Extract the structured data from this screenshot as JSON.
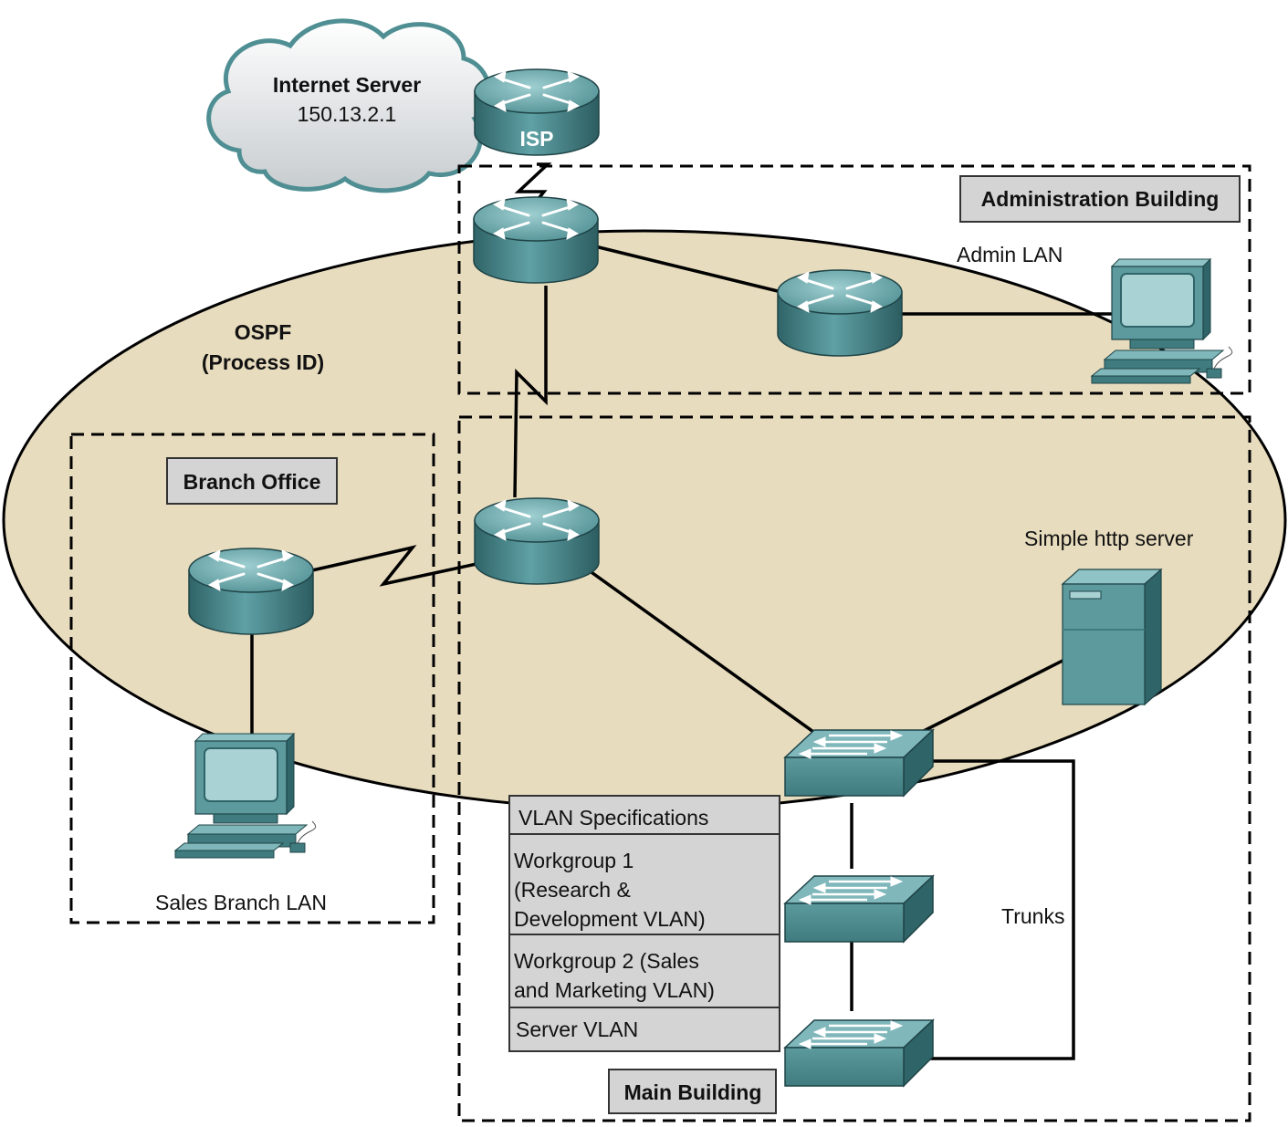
{
  "cloud": {
    "title": "Internet Server",
    "address": "150.13.2.1"
  },
  "isp_label": "ISP",
  "ospf": {
    "line1": "OSPF",
    "line2": "(Process ID)"
  },
  "zones": {
    "admin": "Administration Building",
    "branch": "Branch Office",
    "main": "Main Building"
  },
  "labels": {
    "admin_lan": "Admin LAN",
    "sales_branch_lan": "Sales Branch LAN",
    "http_server": "Simple http server",
    "trunks": "Trunks"
  },
  "vlan_table": {
    "header": "VLAN Specifications",
    "rows": [
      {
        "lines": [
          "Workgroup 1",
          "(Research &",
          "Development VLAN)"
        ]
      },
      {
        "lines": [
          "Workgroup 2 (Sales",
          "and Marketing VLAN)"
        ]
      },
      {
        "lines": [
          "Server VLAN"
        ]
      }
    ]
  },
  "colors": {
    "ospf_area": "#e8dcbe",
    "device_teal": "#4f8f93",
    "label_box": "#d4d4d4"
  }
}
